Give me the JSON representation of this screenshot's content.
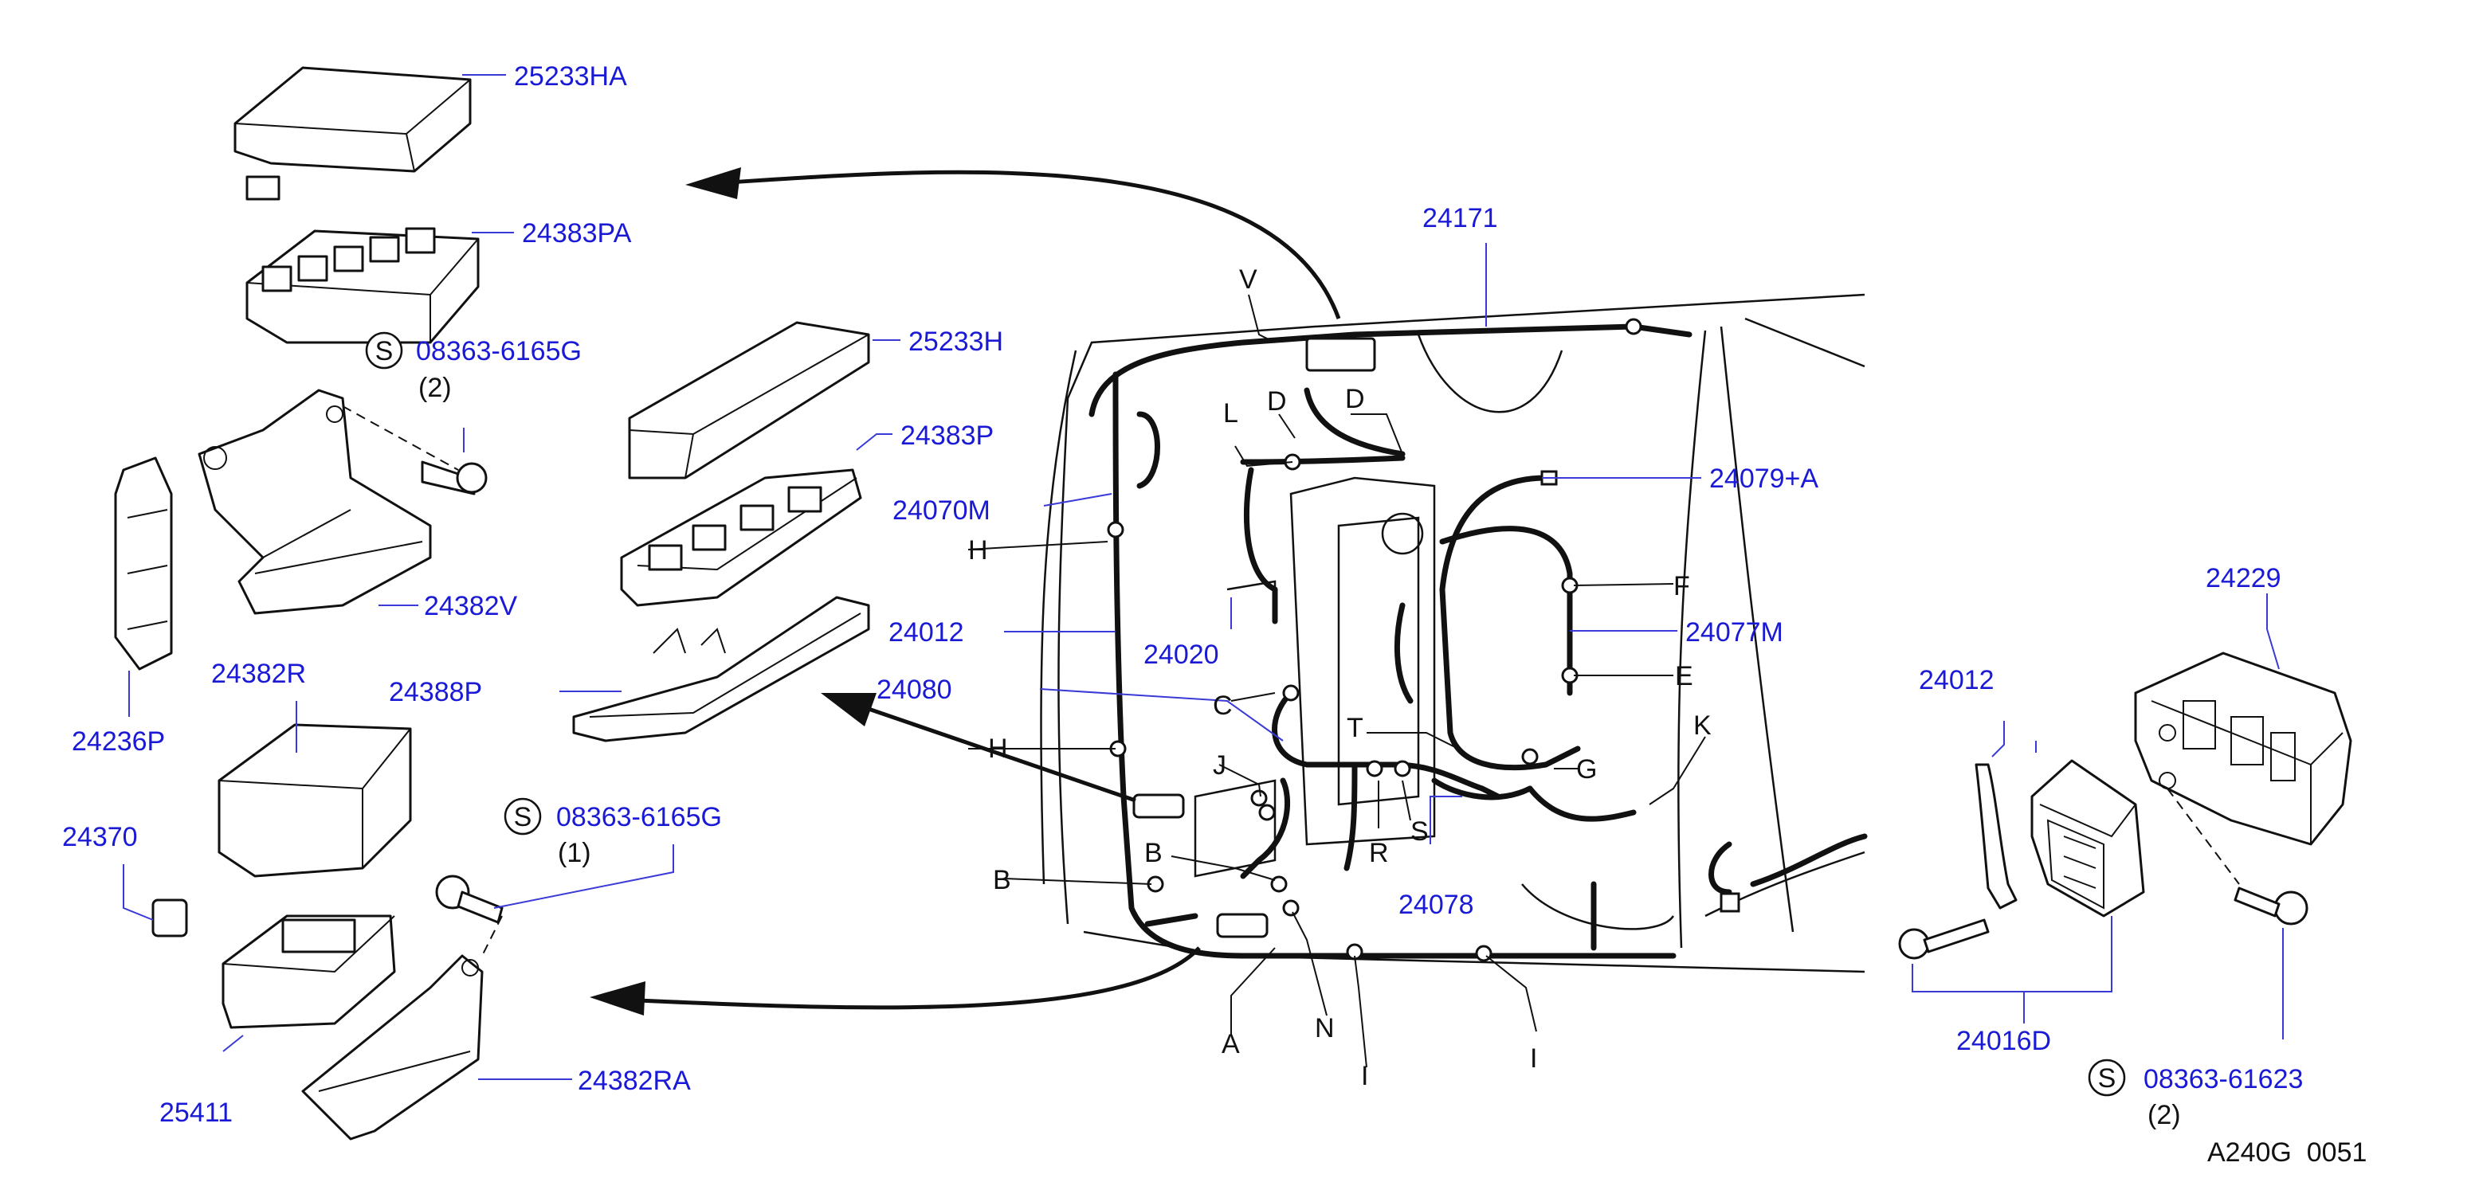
{
  "parts": {
    "p25233HA": "25233HA",
    "p24383PA": "24383PA",
    "p08363_a": "08363-6165G",
    "qty_a": "(2)",
    "p25233H": "25233H",
    "p24383P": "24383P",
    "p24070M": "24070M",
    "p24012_main": "24012",
    "p24080": "24080",
    "p24382V": "24382V",
    "p24236P": "24236P",
    "p24382R": "24382R",
    "p24388P": "24388P",
    "p24370": "24370",
    "p08363_b": "08363-6165G",
    "qty_b": "(1)",
    "p25411": "25411",
    "p24382RA": "24382RA",
    "p24171": "24171",
    "p24079A": "24079+A",
    "p24077M": "24077M",
    "p24020": "24020",
    "p24078": "24078",
    "p24229": "24229",
    "p24012_right": "24012",
    "p24016D": "24016D",
    "p08363_c": "08363-61623",
    "qty_c": "(2)"
  },
  "letters": {
    "V": "V",
    "D1": "D",
    "D2": "D",
    "L": "L",
    "H1": "H",
    "H2": "H",
    "C": "C",
    "T": "T",
    "F": "F",
    "E": "E",
    "G": "G",
    "K": "K",
    "J": "J",
    "S": "S",
    "R": "R",
    "B1": "B",
    "B2": "B",
    "A": "A",
    "N": "N",
    "I1": "I",
    "I2": "I"
  },
  "symbols": {
    "s": "S"
  },
  "footer": {
    "code": "A240G  0051"
  }
}
